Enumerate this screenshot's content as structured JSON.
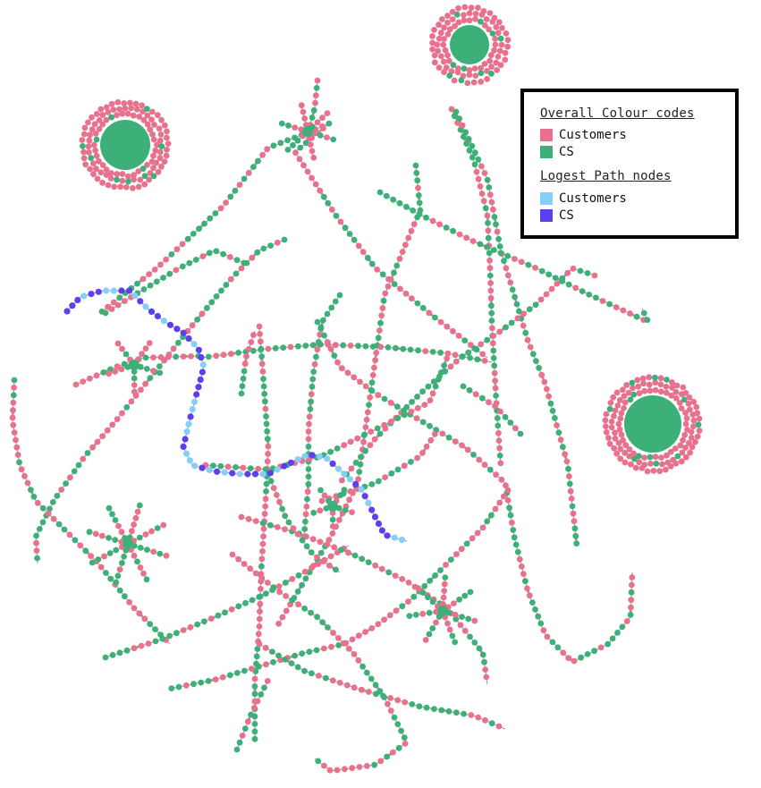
{
  "colors": {
    "customers": "#e8718d",
    "cs": "#3db07a",
    "path_customers": "#87cefa",
    "path_cs": "#5b3ff0",
    "edge": "#a09a92"
  },
  "legend": {
    "section1_title": "Overall Colour codes",
    "section1_items": [
      {
        "label": "Customers",
        "color": "#e8718d"
      },
      {
        "label": "CS",
        "color": "#3db07a"
      }
    ],
    "section2_title": "Logest Path nodes",
    "section2_items": [
      {
        "label": "Customers",
        "color": "#87cefa"
      },
      {
        "label": "CS",
        "color": "#5b3ff0"
      }
    ]
  }
}
